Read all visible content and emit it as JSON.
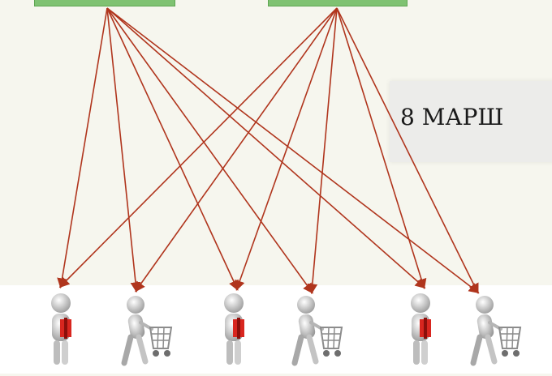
{
  "banner": {
    "text": "8 МАРШ"
  },
  "sources": [
    {
      "name": "source-left"
    },
    {
      "name": "source-right"
    }
  ],
  "figures": [
    {
      "kind": "gift-figure"
    },
    {
      "kind": "cart-figure"
    },
    {
      "kind": "gift-figure"
    },
    {
      "kind": "cart-figure"
    },
    {
      "kind": "gift-figure"
    },
    {
      "kind": "cart-figure"
    }
  ],
  "edges": [
    {
      "from": 0,
      "to": 0
    },
    {
      "from": 0,
      "to": 1
    },
    {
      "from": 0,
      "to": 2
    },
    {
      "from": 0,
      "to": 3
    },
    {
      "from": 0,
      "to": 4
    },
    {
      "from": 0,
      "to": 5
    },
    {
      "from": 1,
      "to": 0
    },
    {
      "from": 1,
      "to": 1
    },
    {
      "from": 1,
      "to": 2
    },
    {
      "from": 1,
      "to": 3
    },
    {
      "from": 1,
      "to": 4
    },
    {
      "from": 1,
      "to": 5
    }
  ],
  "colors": {
    "arrow": "#b0351d",
    "source_box": "#7fc272",
    "gift": "#d8261f"
  }
}
